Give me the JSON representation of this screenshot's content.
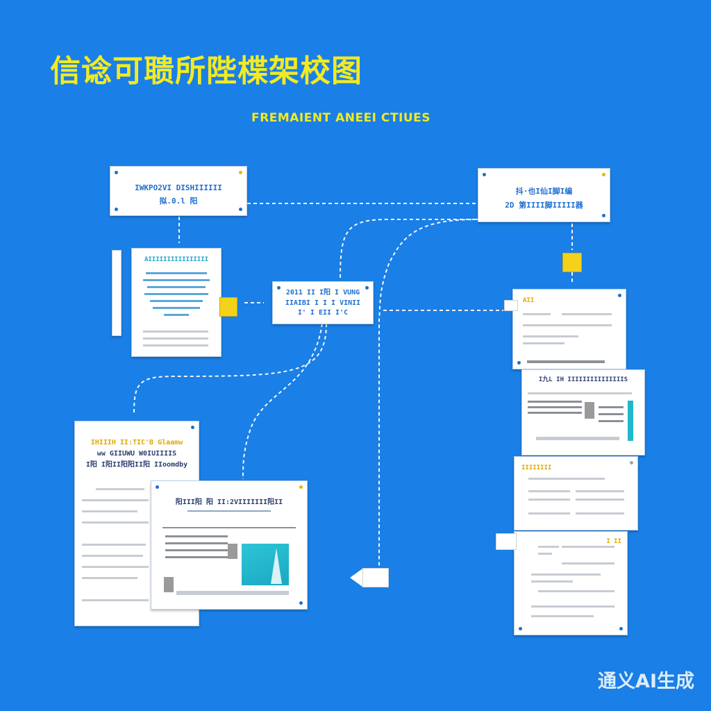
{
  "title": "信谂可聩所陛楪架校图",
  "subtitle": "FREMAIENT ANEEI CTIUES",
  "watermark": "通义AI生成",
  "card_texts": {
    "top_left": [
      "IWKPO2VI DISHIIIIII",
      "拟.0.l 阳"
    ],
    "top_right": [
      "抖·也I仙I脚I编",
      "2D 第IIII脚IIIII器"
    ],
    "center": [
      "2011 II I阳 I VUNG",
      "IIAIBI I I I VINII",
      "I' I EII I'C"
    ],
    "mid_left_head": "AIIIIIIIIIIIIIIII",
    "bottom_left": [
      "IHIIIH II:TIC'B Glaamw",
      "ww GIIUWU W0IUIIIIS",
      "I阳 I阳II阳阳II阳 IIoomdby"
    ],
    "bottom_center_head": "阳III阳 阳 II:2VIIIIIII阳II",
    "right_1_head": "AII",
    "right_2_head": "I九L  IH  IIIIIIIIIIIIIIIS",
    "right_3_head": "IIIIIIII",
    "right_4_head": "I II"
  },
  "colors": {
    "background": "#1a7fe6",
    "title": "#f2ea22",
    "card": "#ffffff",
    "card_text": "#1e6fd0",
    "sticky": "#f5d21a",
    "connector": "#ffffff"
  }
}
